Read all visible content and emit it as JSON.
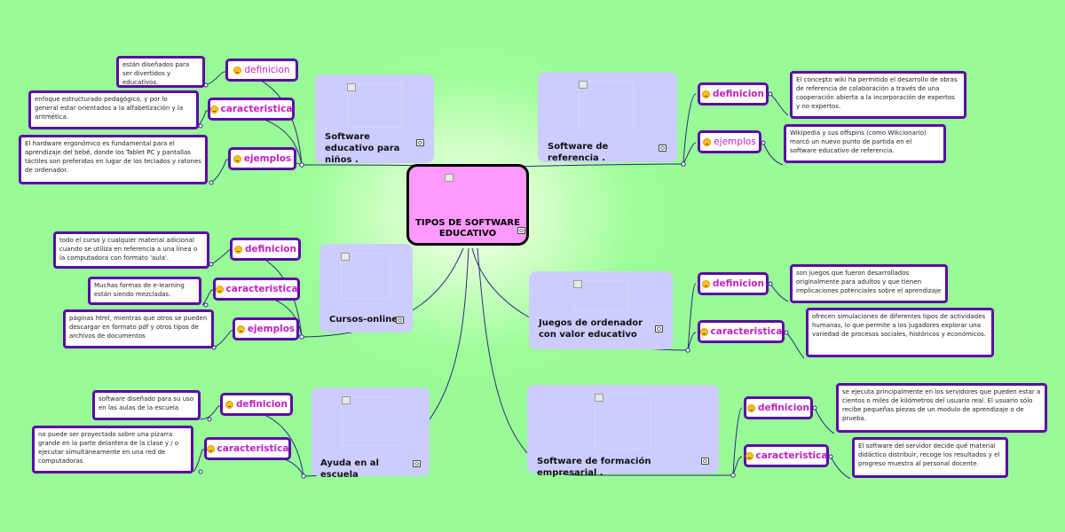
{
  "center": {
    "title": "TIPOS DE SOFTWARE EDUCATIVO",
    "icon": "image-placeholder-icon"
  },
  "colors": {
    "background": "#98fb98",
    "center_fill": "#ff99ff",
    "topic_fill": "#ccccff",
    "link": "#2b2b7a",
    "sub_border": "#5b0aa6",
    "sub_text": "#c41ec4"
  },
  "topics": {
    "educativo_ninos": {
      "label": "Software educativo para niños .",
      "definicion": {
        "label": "definicion",
        "text": "están diseñados para ser divertidos y educativos."
      },
      "caracteristica": {
        "label": "caracteristica",
        "text": "enfoque estructurado pedagógico, y por lo general estar orientados a la alfabetización y la aritmética."
      },
      "ejemplos": {
        "label": "ejemplos",
        "text": "El hardware ergonómico es fundamental para el aprendizaje del bebé, donde los Tablet PC y pantallas táctiles son preferidas en lugar de los teclados y ratones de ordenador."
      }
    },
    "cursos_online": {
      "label": "Cursos-online",
      "definicion": {
        "label": "definicion",
        "text": "todo el curso y cualquier material adicional cuando se utiliza en referencia a una línea o la computadora con formato 'aula'."
      },
      "caracteristica": {
        "label": "caracteristica",
        "text": "Muchas formas de e-learning están siendo mezcladas."
      },
      "ejemplos": {
        "label": "ejemplos",
        "text": "páginas html, mientras que otros se pueden descargar en formato pdf y otros tipos de archivos de documentos"
      }
    },
    "ayuda_escuela": {
      "label": "Ayuda en al escuela",
      "definicion": {
        "label": "definicion",
        "text": "software diseñado para su uso en las aulas de la escuela"
      },
      "caracteristica": {
        "label": "caracteristica",
        "text": "no puede ser proyectado sobre una pizarra grande en la parte delantera de la clase y / o ejecutar simultáneamente en una red de computadoras"
      }
    },
    "referencia": {
      "label": "Software de referencia .",
      "definicion": {
        "label": "definicion",
        "text": "El concepto wiki ha permitido el desarrollo de obras de referencia de colaboración a través de una cooperación abierta a la incorporación de expertos y no expertos."
      },
      "ejemplos": {
        "label": "ejemplos",
        "text": "Wikipedia y sus offspins (como Wikcionario) marcó un nuevo punto de partida en el software educativo de referencia."
      }
    },
    "juegos": {
      "label": "Juegos de ordenador con valor educativo",
      "definicion": {
        "label": "definicion",
        "text": "son juegos que fueron desarrollados originalmente para adultos y que tienen implicaciones potenciales sobre el aprendizaje"
      },
      "caracteristica": {
        "label": "caracteristica",
        "text": "ofrecen simulaciones de diferentes tipos de actividades humanas, lo que permite a los jugadores explorar una variedad de procesos sociales, históricos y económicos."
      }
    },
    "empresarial": {
      "label": "Software de formación empresarial .",
      "definicion": {
        "label": "definicion",
        "text": "se ejecuta principalmente en los servidores que pueden estar a cientos o miles de kilómetros del usuario real. El usuario sólo recibe pequeñas piezas de un modulo de aprendizaje o de prueba."
      },
      "caracteristica": {
        "label": "caracteristica",
        "text": "El software del servidor decide qué material didáctico distribuir, recoge los resultados y el progreso muestra al personal docente."
      }
    }
  }
}
